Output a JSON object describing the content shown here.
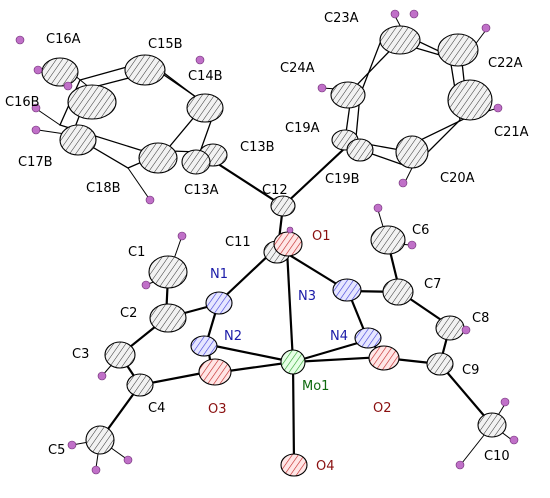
{
  "colors": {
    "carbon": "#f2f2f2",
    "nitrogen": "#3a3ad8",
    "oxygen": "#c02020",
    "molybdenum": "#2aa02a",
    "hydrogen": "#c070c8",
    "bond": "#000000"
  },
  "labels": {
    "C1": "C1",
    "C2": "C2",
    "C3": "C3",
    "C4": "C4",
    "C5": "C5",
    "C6": "C6",
    "C7": "C7",
    "C8": "C8",
    "C9": "C9",
    "C10": "C10",
    "C11": "C11",
    "C12": "C12",
    "C13A": "C13A",
    "C13B": "C13B",
    "C14B": "C14B",
    "C15B": "C15B",
    "C16A": "C16A",
    "C16B": "C16B",
    "C17B": "C17B",
    "C18B": "C18B",
    "C19A": "C19A",
    "C19B": "C19B",
    "C20A": "C20A",
    "C21A": "C21A",
    "C22A": "C22A",
    "C23A": "C23A",
    "C24A": "C24A",
    "N1": "N1",
    "N2": "N2",
    "N3": "N3",
    "N4": "N4",
    "O1": "O1",
    "O2": "O2",
    "O3": "O3",
    "O4": "O4",
    "Mo1": "Mo1"
  }
}
